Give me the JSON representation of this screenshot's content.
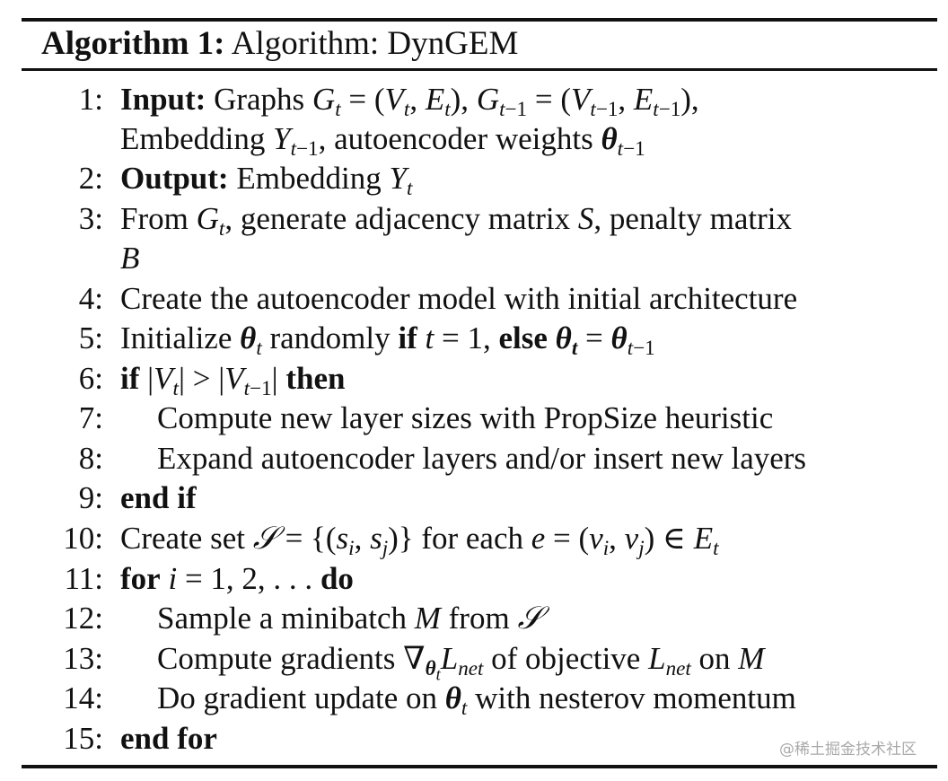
{
  "algorithm": {
    "label": "Algorithm 1:",
    "title": "Algorithm: DynGEM"
  },
  "lines": {
    "l1": {
      "num": "1:",
      "kw": "Input:",
      "text": "Graphs",
      "cont": "Embedding",
      "cont_mid": ", autoencoder weights"
    },
    "l2": {
      "num": "2:",
      "kw": "Output:",
      "text": "Embedding"
    },
    "l3": {
      "num": "3:",
      "t1": "From",
      "t2": ", generate adjacency matrix",
      "t3": ", penalty matrix"
    },
    "l4": {
      "num": "4:",
      "text": "Create the autoencoder model with initial architecture"
    },
    "l5": {
      "num": "5:",
      "t1": "Initialize",
      "t2": "randomly",
      "kw_if": "if",
      "kw_else": "else"
    },
    "l6": {
      "num": "6:",
      "kw_if": "if",
      "kw_then": "then"
    },
    "l7": {
      "num": "7:",
      "text": "Compute new layer sizes with PropSize heuristic"
    },
    "l8": {
      "num": "8:",
      "text": "Expand autoencoder layers and/or insert new layers"
    },
    "l9": {
      "num": "9:",
      "kw": "end if"
    },
    "l10": {
      "num": "10:",
      "t1": "Create set",
      "t2": "for each"
    },
    "l11": {
      "num": "11:",
      "kw_for": "for",
      "kw_do": "do"
    },
    "l12": {
      "num": "12:",
      "t1": "Sample a minibatch",
      "t2": "from"
    },
    "l13": {
      "num": "13:",
      "t1": "Compute gradients",
      "t2": "of objective",
      "t3": "on"
    },
    "l14": {
      "num": "14:",
      "t1": "Do gradient update on",
      "t2": "with nesterov momentum"
    },
    "l15": {
      "num": "15:",
      "kw": "end for"
    }
  },
  "watermark": "@稀土掘金技术社区"
}
